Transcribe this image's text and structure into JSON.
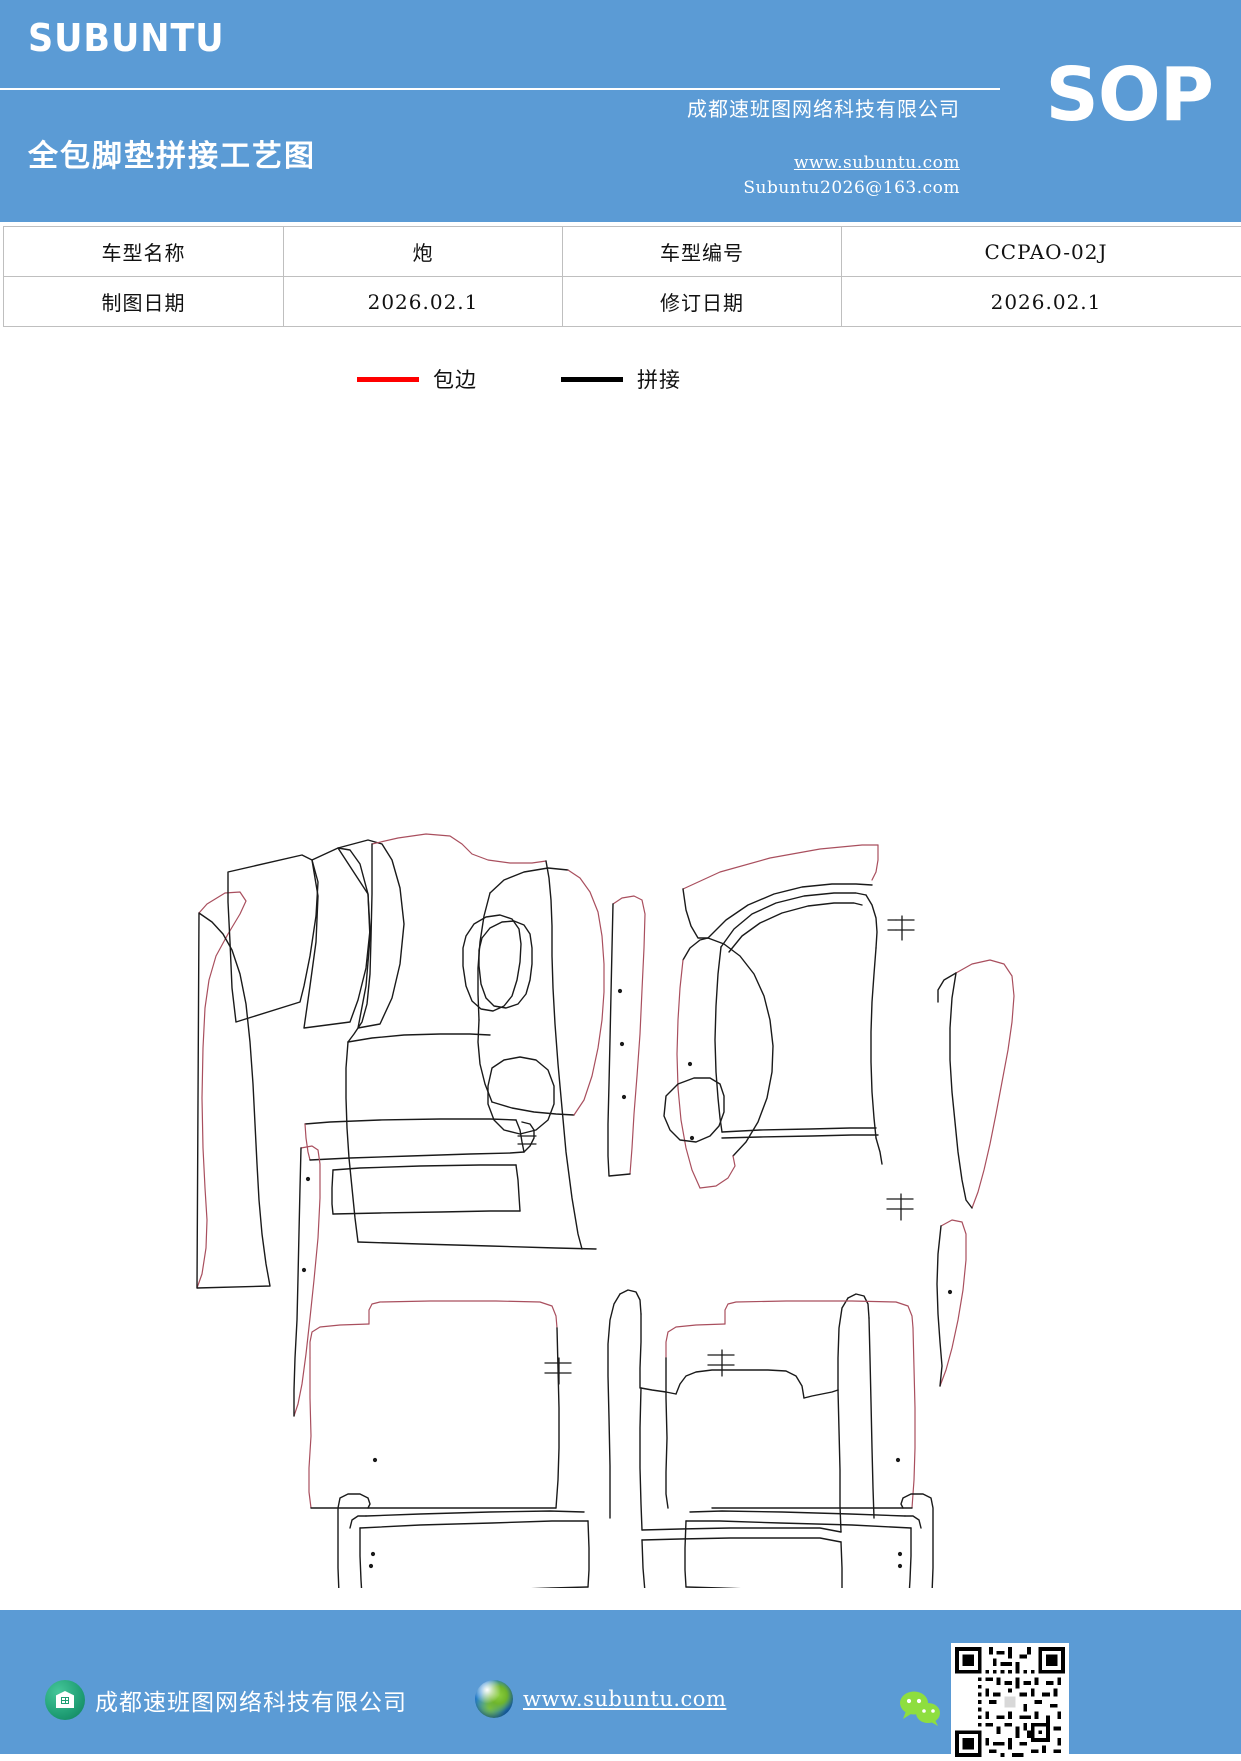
{
  "header": {
    "brand": "SUBUNTU",
    "doc_title": "全包脚垫拼接工艺图",
    "company_cn": "成都速班图网络科技有限公司",
    "website": "www.subuntu.com",
    "email": "Subuntu2026@163.com",
    "badge": "SOP",
    "background_color": "#5b9bd5"
  },
  "info_table": {
    "rows": [
      {
        "label_1": "车型名称",
        "value_1": "炮",
        "label_2": "车型编号",
        "value_2": "CCPAO-02J"
      },
      {
        "label_1": "制图日期",
        "value_1": "2026.02.1",
        "label_2": "修订日期",
        "value_2": "2026.02.1"
      }
    ]
  },
  "legend": {
    "items": [
      {
        "label": "包边",
        "color": "#ff0000"
      },
      {
        "label": "拼接",
        "color": "#000000"
      }
    ]
  },
  "drawing": {
    "description": "全包脚垫拼接工艺图 - 裁片排版图",
    "edge_color": "#a94f5e",
    "seam_color": "#1a1a1a"
  },
  "footer": {
    "company_cn": "成都速班图网络科技有限公司",
    "website": "www.subuntu.com",
    "background_color": "#5b9bd5"
  }
}
